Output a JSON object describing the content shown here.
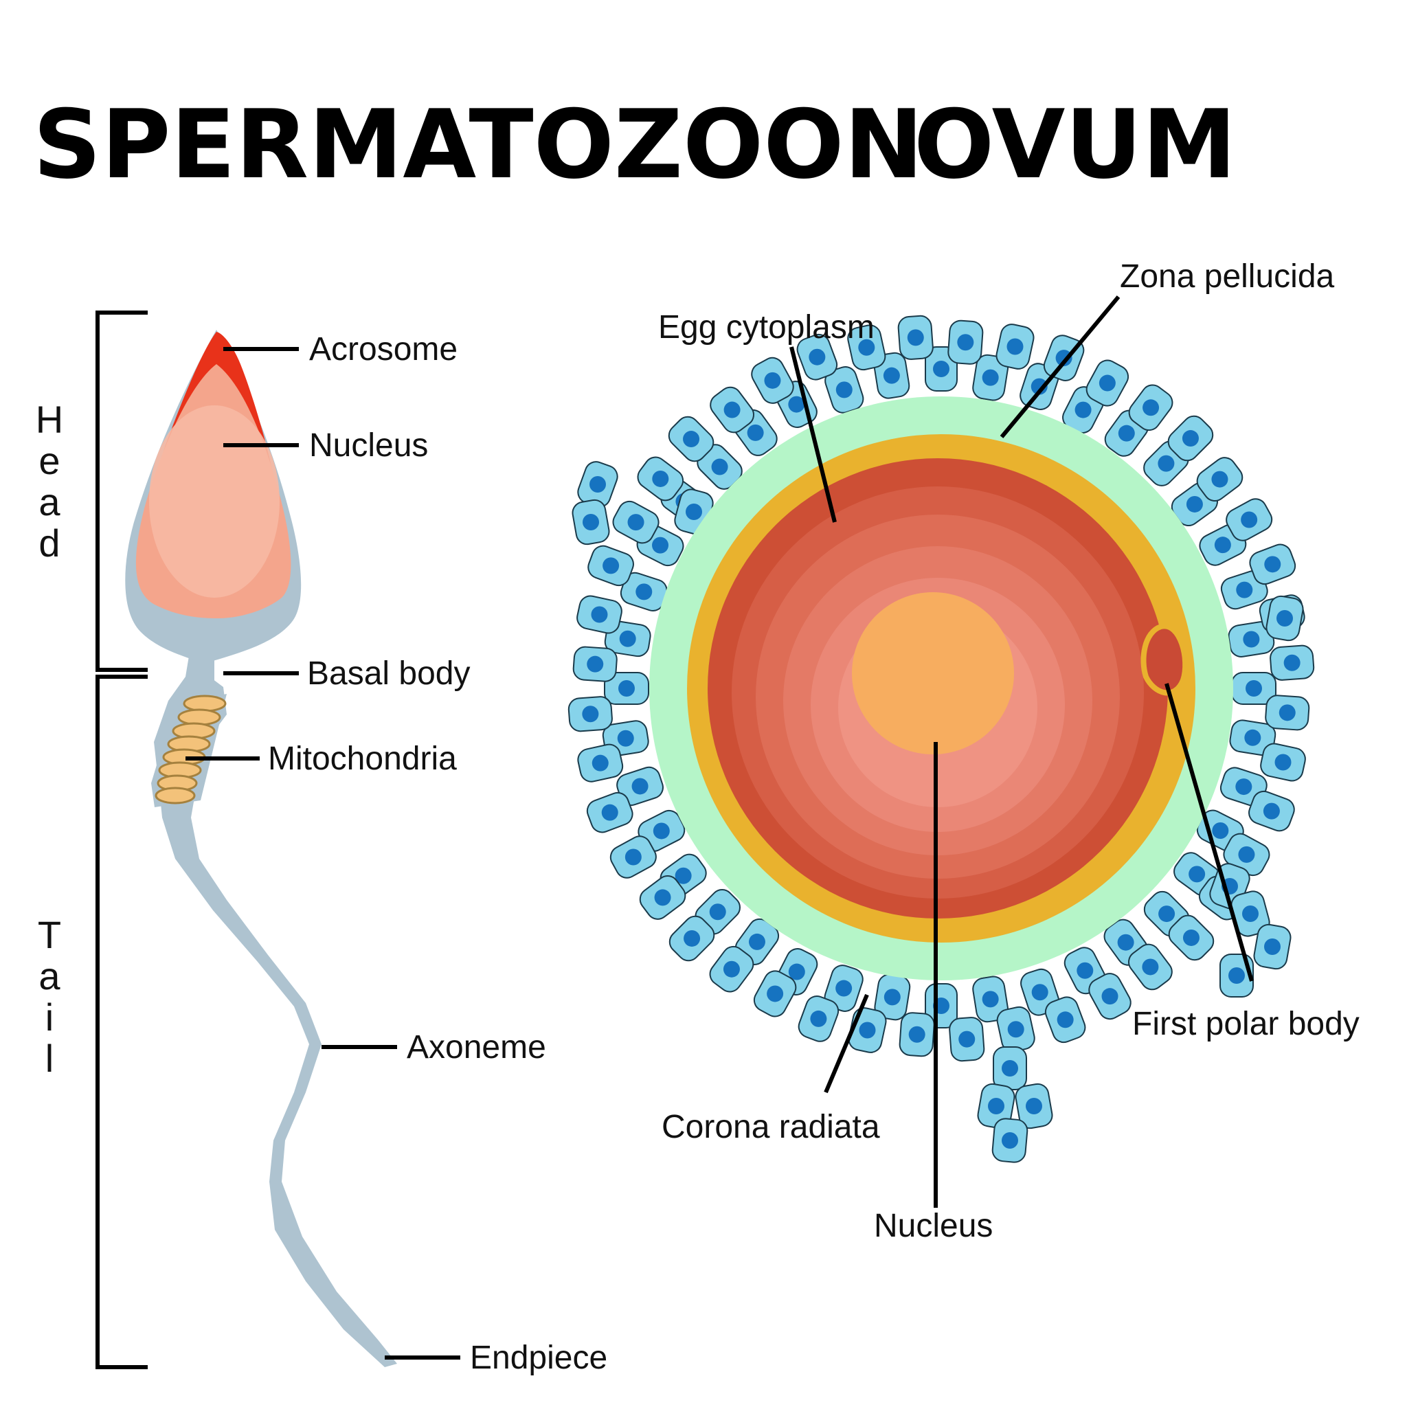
{
  "titles": {
    "left": "SPERMATOZOON",
    "right": "OVUM"
  },
  "sperm": {
    "sections": {
      "head": [
        "H",
        "e",
        "a",
        "d"
      ],
      "tail": [
        "T",
        "a",
        "i",
        "l"
      ]
    },
    "labels": {
      "acrosome": "Acrosome",
      "nucleus": "Nucleus",
      "basal_body": "Basal body",
      "mitochondria": "Mitochondria",
      "axoneme": "Axoneme",
      "endpiece": "Endpiece"
    }
  },
  "ovum": {
    "labels": {
      "zona_pellucida": "Zona pellucida",
      "egg_cytoplasm": "Egg cytoplasm",
      "first_polar_body": "First polar body",
      "corona_radiata": "Corona radiata",
      "nucleus": "Nucleus"
    }
  },
  "colors": {
    "acrosome": "#e8321a",
    "sperm_nucleus": "#f4a58c",
    "sperm_body": "#aec3d0",
    "mitochondria": "#f3c27a",
    "corona_cell": "#86d3ea",
    "corona_nucleus": "#1673c0",
    "zona": "#b5f5c8",
    "ring": "#e9b22e",
    "cytoplasm": "#d0523a",
    "ovum_nucleus": "#f7ad5f"
  }
}
